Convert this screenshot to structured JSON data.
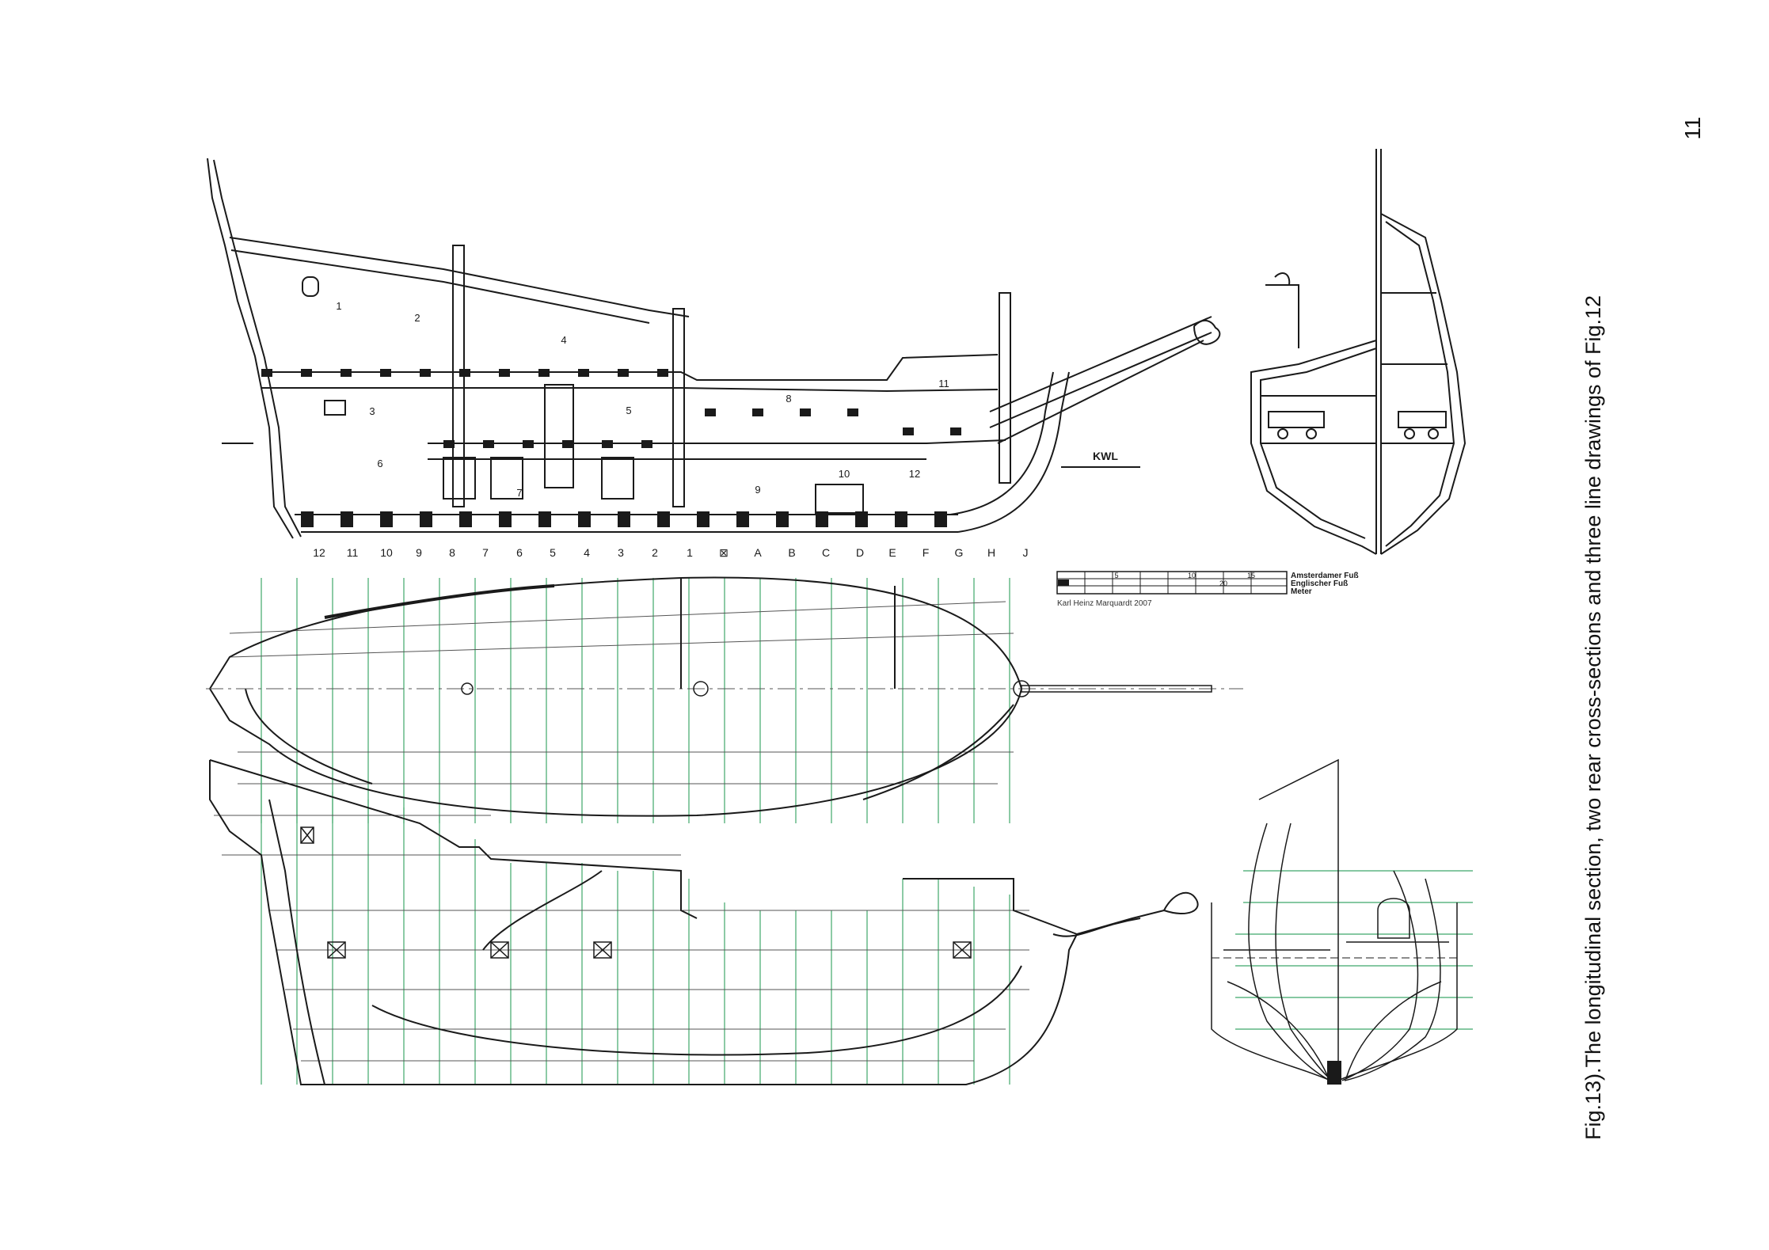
{
  "page_number": "11",
  "caption": "Fig.13).The longitudinal section, two rear cross-sections and three line drawings of Fig.12",
  "longitudinal_section": {
    "station_labels": [
      "12",
      "11",
      "10",
      "9",
      "8",
      "7",
      "6",
      "5",
      "4",
      "3",
      "2",
      "1",
      "⊠",
      "A",
      "B",
      "C",
      "D",
      "E",
      "F",
      "G",
      "H",
      "J"
    ],
    "compartment_numbers": [
      "1",
      "2",
      "3",
      "4",
      "5",
      "6",
      "7",
      "8",
      "9",
      "10",
      "11",
      "12"
    ],
    "waterline_label": "KWL"
  },
  "scale_bar": {
    "units": [
      "Amsterdamer Fuß",
      "Englischer Fuß",
      "Meter"
    ],
    "tick_labels": [
      "5",
      "10",
      "15",
      "20"
    ],
    "credit": "Karl Heinz Marquardt 2007"
  },
  "colors": {
    "ink": "#1a1a1a",
    "grid_green": "#3fa86a",
    "paper": "#ffffff"
  }
}
